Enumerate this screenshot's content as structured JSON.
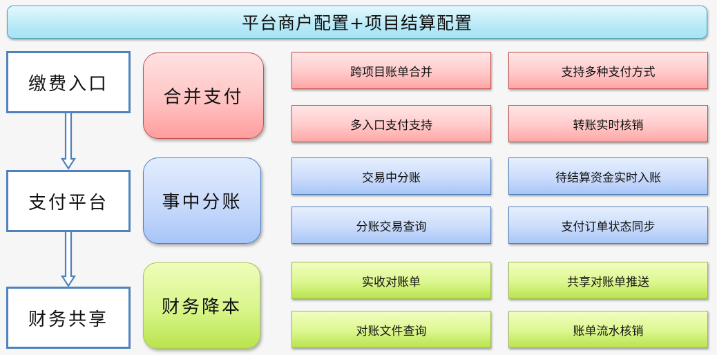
{
  "title": "平台商户配置+项目结算配置",
  "colors": {
    "stage_border": "#4f81bd",
    "title_bg": "#b9eaf7",
    "red": "#ffc4c4",
    "blue": "#c8dafb",
    "green": "#d8f58a"
  },
  "flow": {
    "stages": [
      {
        "label": "缴费入口"
      },
      {
        "label": "支付平台"
      },
      {
        "label": "财务共享"
      }
    ],
    "arrows": [
      "arrow-down-icon",
      "arrow-down-icon"
    ]
  },
  "groups": [
    {
      "category": "合并支付",
      "color": "red",
      "features": [
        "跨项目账单合并",
        "支持多种支付方式",
        "多入口支付支持",
        "转账实时核销"
      ]
    },
    {
      "category": "事中分账",
      "color": "blue",
      "features": [
        "交易中分账",
        "待结算资金实时入账",
        "分账交易查询",
        "支付订单状态同步"
      ]
    },
    {
      "category": "财务降本",
      "color": "green",
      "features": [
        "实收对账单",
        "共享对账单推送",
        "对账文件查询",
        "账单流水核销"
      ]
    }
  ]
}
